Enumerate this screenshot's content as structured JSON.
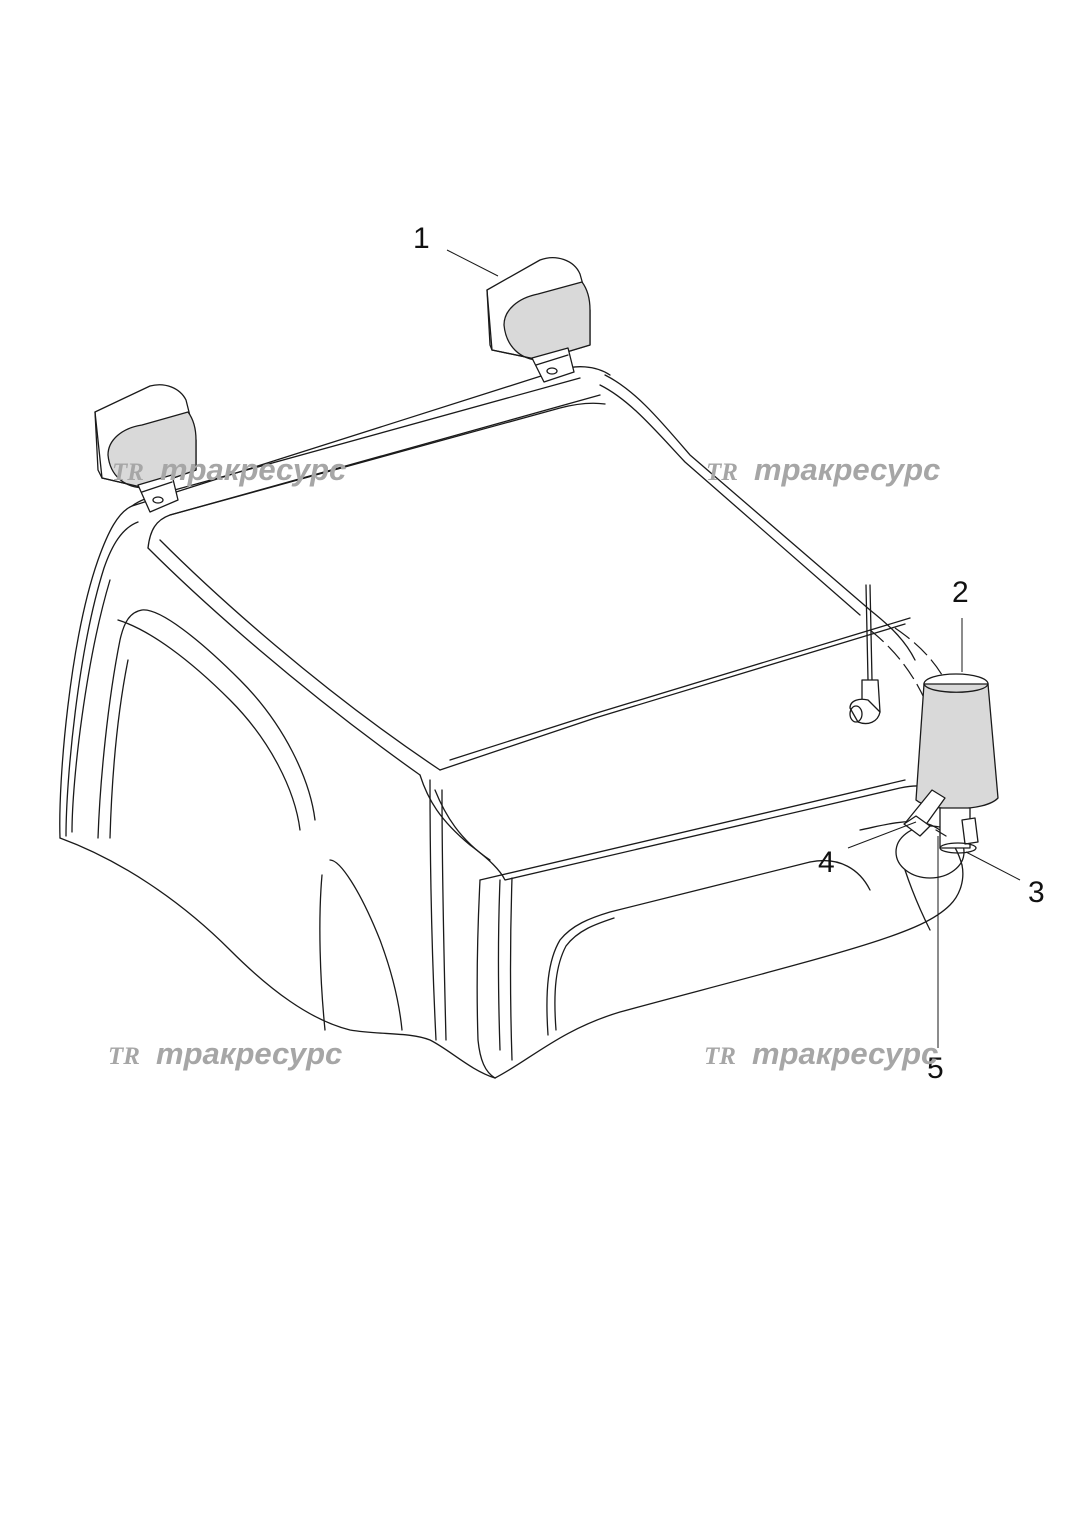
{
  "callouts": [
    {
      "id": "1",
      "label": "1"
    },
    {
      "id": "2",
      "label": "2"
    },
    {
      "id": "3",
      "label": "3"
    },
    {
      "id": "4",
      "label": "4"
    },
    {
      "id": "5",
      "label": "5"
    }
  ],
  "watermark": {
    "logo": "TR",
    "text": "тракресурс",
    "color": "#a6a6a6"
  },
  "parts": {
    "cab_roof": "cab-roof",
    "work_lamp_icon": "work-lamp-icon",
    "beacon_icon": "beacon-icon",
    "antenna_icon": "antenna-icon"
  },
  "colors": {
    "line": "#1a1a1a",
    "background": "#ffffff",
    "lamp_fill": "#d9d9d9"
  }
}
